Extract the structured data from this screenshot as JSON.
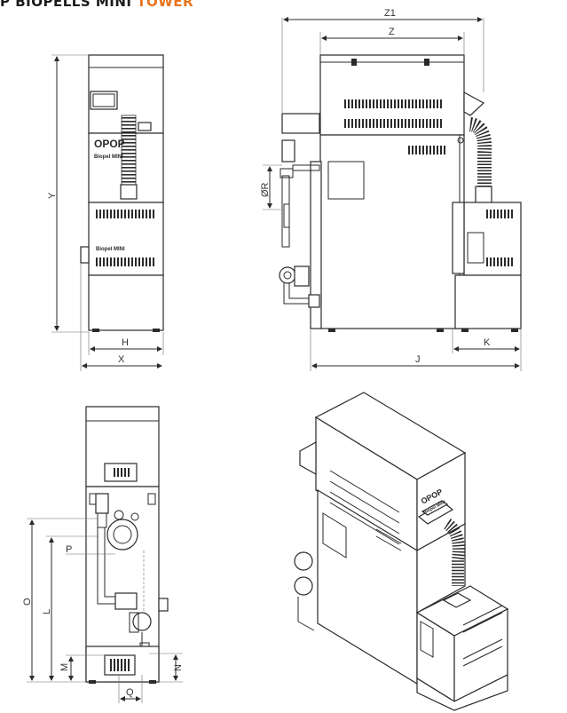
{
  "header": {
    "part1": "P BIOPELLS MINI ",
    "part2": "TOWER"
  },
  "brand": {
    "logo": "OPOP",
    "model_front": "Biopel MINI",
    "model_iso": "Biopel MINI"
  },
  "dimensions": {
    "z1": "Z1",
    "z": "Z",
    "y": "Y",
    "h": "H",
    "x": "X",
    "j": "J",
    "k": "K",
    "r": "ØR",
    "p": "P",
    "o": "O",
    "l": "L",
    "m": "M",
    "n": "N",
    "q": "Q"
  },
  "colors": {
    "line": "#2a2a2a",
    "accent": "#e8731d"
  }
}
